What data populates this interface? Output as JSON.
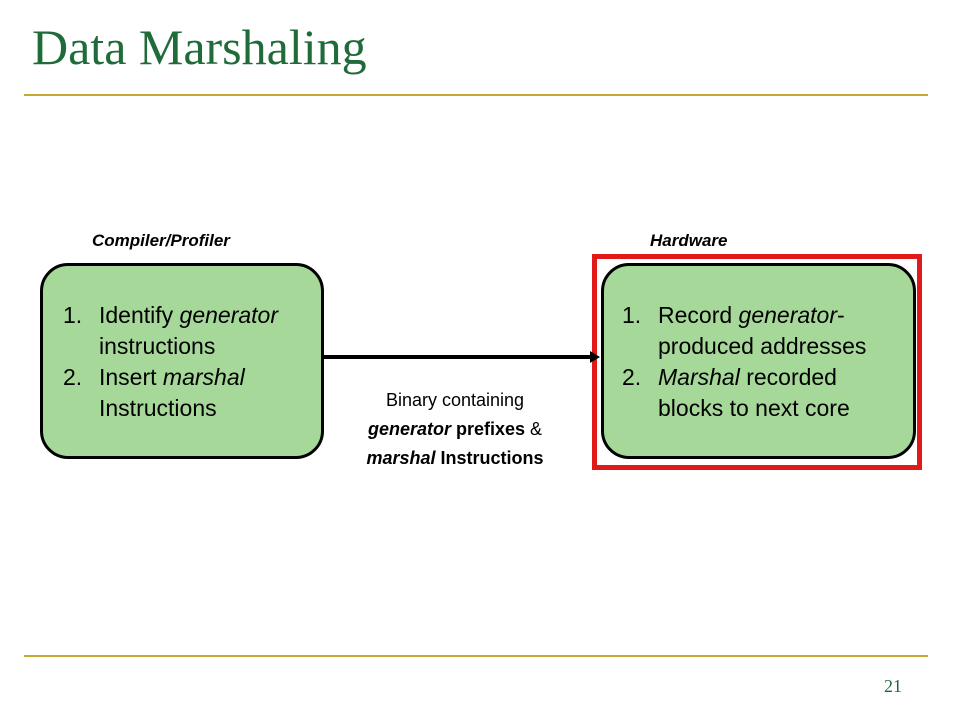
{
  "slide": {
    "title": "Data Marshaling",
    "page_number": "21",
    "colors": {
      "title": "#1f6b3a",
      "rule": "#c8a632",
      "box_fill": "#a6d89a",
      "highlight": "#e01919"
    }
  },
  "left": {
    "label": "Compiler/Profiler",
    "items": [
      {
        "num": "1.",
        "line1_a": "Identify ",
        "line1_em": "generator",
        "line2": "instructions"
      },
      {
        "num": "2.",
        "line1_a": "Insert ",
        "line1_em": "marshal",
        "line2": "Instructions"
      }
    ]
  },
  "right": {
    "label": "Hardware",
    "items": [
      {
        "num": "1.",
        "line1_a": "Record ",
        "line1_em": "generator",
        "line1_b": "-",
        "line2": "produced addresses"
      },
      {
        "num": "2.",
        "line1_em": "Marshal",
        "line1_b": " recorded",
        "line2": "blocks to next core"
      }
    ]
  },
  "arrow_caption": {
    "line1": "Binary containing",
    "line2_em": "generator",
    "line2_bold": " prefixes",
    "line2_amp": " &",
    "line3_em": "marshal",
    "line3_bold": " Instructions"
  }
}
